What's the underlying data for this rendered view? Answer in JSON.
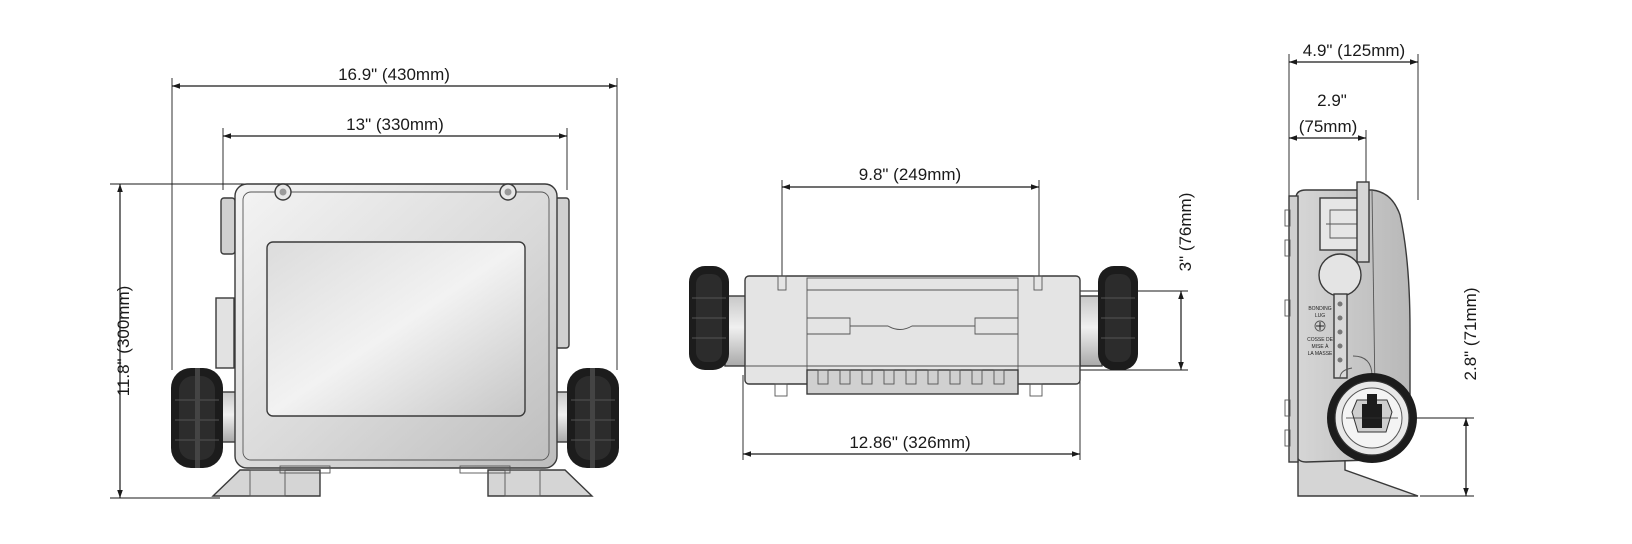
{
  "front_view": {
    "overall_width": "16.9\" (430mm)",
    "inner_width": "13\" (330mm)",
    "height": "11.8\" (300mm)"
  },
  "top_view": {
    "inner_width": "9.8\" (249mm)",
    "overall_width": "12.86\" (326mm)",
    "depth": "3\" (76mm)"
  },
  "side_view": {
    "overall_depth": "4.9\" (125mm)",
    "inner_depth_line1": "2.9\"",
    "inner_depth_line2": "(75mm)",
    "fitting_height": "2.8\" (71mm)",
    "label_lines": [
      "BONDING",
      "LUG",
      "COSSE DE",
      "MISE À",
      "LA MASSE"
    ]
  },
  "colors": {
    "line": "#1a1a1a",
    "body_light": "#e6e6e6",
    "body_mid": "#c9c9c9",
    "union_black": "#1c1c1c"
  }
}
